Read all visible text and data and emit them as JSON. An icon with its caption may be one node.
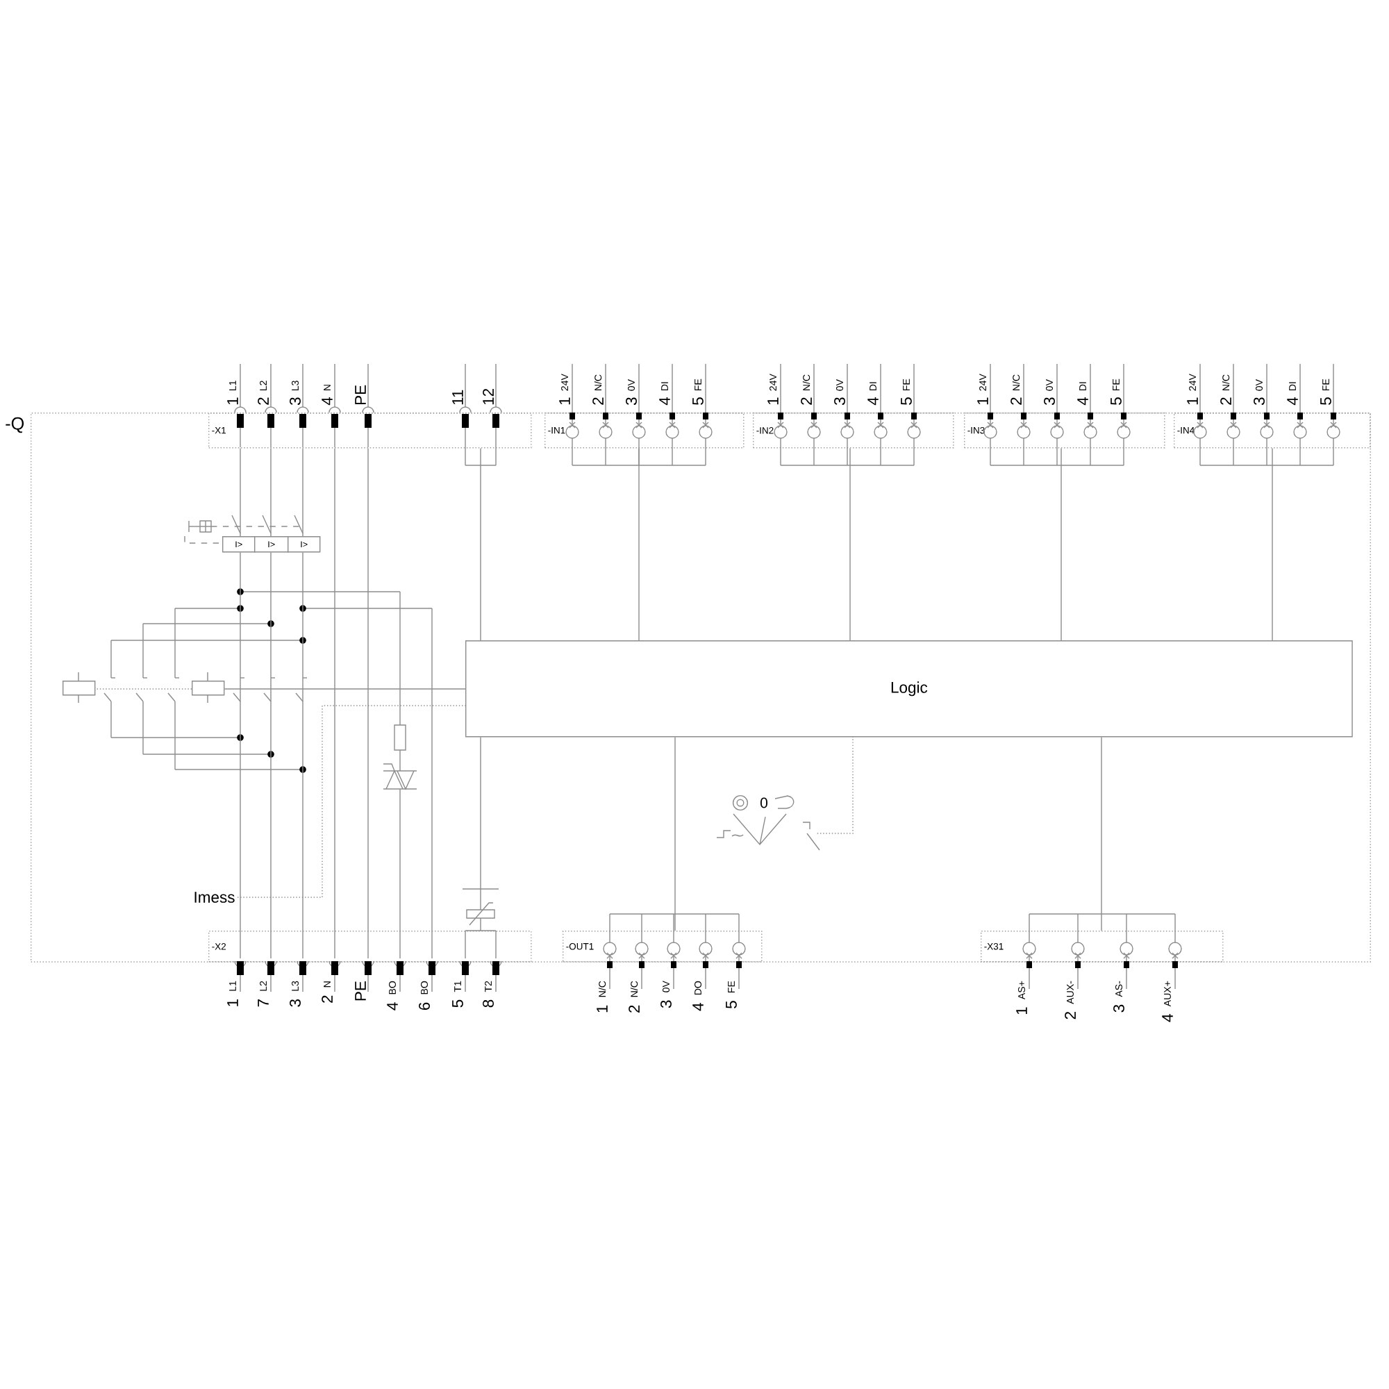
{
  "diagram": {
    "nodes": [
      {
        "text": [
          "-Q"
        ]
      },
      {
        "text": [
          "-X1"
        ],
        "in": 0,
        "beside": [
          "1",
          "L1",
          "2",
          "L2",
          "3",
          "L3",
          "4",
          "N",
          "PE",
          "11",
          "12"
        ]
      },
      {
        "text": [
          "-IN1"
        ],
        "in": 0,
        "beside": [
          "1",
          "24V",
          "2",
          "N/C",
          "3",
          "0V",
          "4",
          "DI",
          "5",
          "FE"
        ]
      },
      {
        "text": [
          "-IN2"
        ],
        "in": 0,
        "beside": [
          "1",
          "24V",
          "2",
          "N/C",
          "3",
          "0V",
          "4",
          "DI",
          "5",
          "FE"
        ]
      },
      {
        "text": [
          "-IN3"
        ],
        "in": 0,
        "beside": [
          "1",
          "24V",
          "2",
          "N/C",
          "3",
          "0V",
          "4",
          "DI",
          "5",
          "FE"
        ]
      },
      {
        "text": [
          "-IN4"
        ],
        "in": 0,
        "beside": [
          "1",
          "24V",
          "2",
          "N/C",
          "3",
          "0V",
          "4",
          "DI",
          "5",
          "FE"
        ]
      },
      {
        "text": [
          "I>"
        ],
        "in": 0
      },
      {
        "text": [
          "I>"
        ],
        "in": 0
      },
      {
        "text": [
          "I>"
        ],
        "in": 0
      },
      {
        "text": [
          "Logic"
        ],
        "in": 0
      },
      {
        "text": [
          "Imess"
        ],
        "in": 0
      },
      {
        "text": [
          "-X2"
        ],
        "in": 0,
        "beside": [
          "1",
          "L1",
          "7",
          "L2",
          "3",
          "L3",
          "2",
          "N",
          "PE",
          "4",
          "BO",
          "6",
          "BO",
          "5",
          "T1",
          "8",
          "T2"
        ]
      },
      {
        "text": [
          "-OUT1"
        ],
        "in": 0,
        "beside": [
          "1",
          "N/C",
          "2",
          "N/C",
          "3",
          "0V",
          "4",
          "DO",
          "5",
          "FE"
        ]
      },
      {
        "text": [
          "-X31"
        ],
        "in": 0,
        "beside": [
          "1",
          "AS+",
          "2",
          "AUX-",
          "3",
          "AS-",
          "4",
          "AUX+"
        ]
      },
      {
        "text": [],
        "shape": "box",
        "in": 0
      },
      {
        "text": [],
        "shape": "box",
        "in": 0
      }
    ],
    "edges": [
      {
        "from": 1,
        "to": 9,
        "arrow": "none"
      },
      {
        "from": 2,
        "to": 9,
        "arrow": "none"
      },
      {
        "from": 3,
        "to": 9,
        "arrow": "none"
      },
      {
        "from": 4,
        "to": 9,
        "arrow": "none"
      },
      {
        "from": 5,
        "to": 9,
        "arrow": "none"
      },
      {
        "from": 10,
        "to": 9,
        "arrow": "none",
        "style": "dashed"
      },
      {
        "from": 9,
        "to": 11,
        "arrow": "none"
      },
      {
        "from": 9,
        "to": 12,
        "arrow": "none"
      },
      {
        "from": 9,
        "to": 13,
        "arrow": "none"
      },
      {
        "from": 1,
        "to": 6,
        "arrow": "none"
      },
      {
        "from": 6,
        "to": 11,
        "arrow": "none"
      },
      {
        "from": 1,
        "to": 7,
        "arrow": "none"
      },
      {
        "from": 7,
        "to": 11,
        "arrow": "none"
      },
      {
        "from": 1,
        "to": 8,
        "arrow": "none"
      },
      {
        "from": 8,
        "to": 11,
        "arrow": "none"
      },
      {
        "from": 1,
        "to": 11,
        "arrow": "none"
      },
      {
        "from": 1,
        "to": 11,
        "arrow": "none"
      },
      {
        "from": 9,
        "to": 15,
        "arrow": "none"
      },
      {
        "from": 15,
        "to": 14,
        "arrow": "none",
        "style": "dashed"
      }
    ],
    "labels": [
      "0"
    ]
  }
}
